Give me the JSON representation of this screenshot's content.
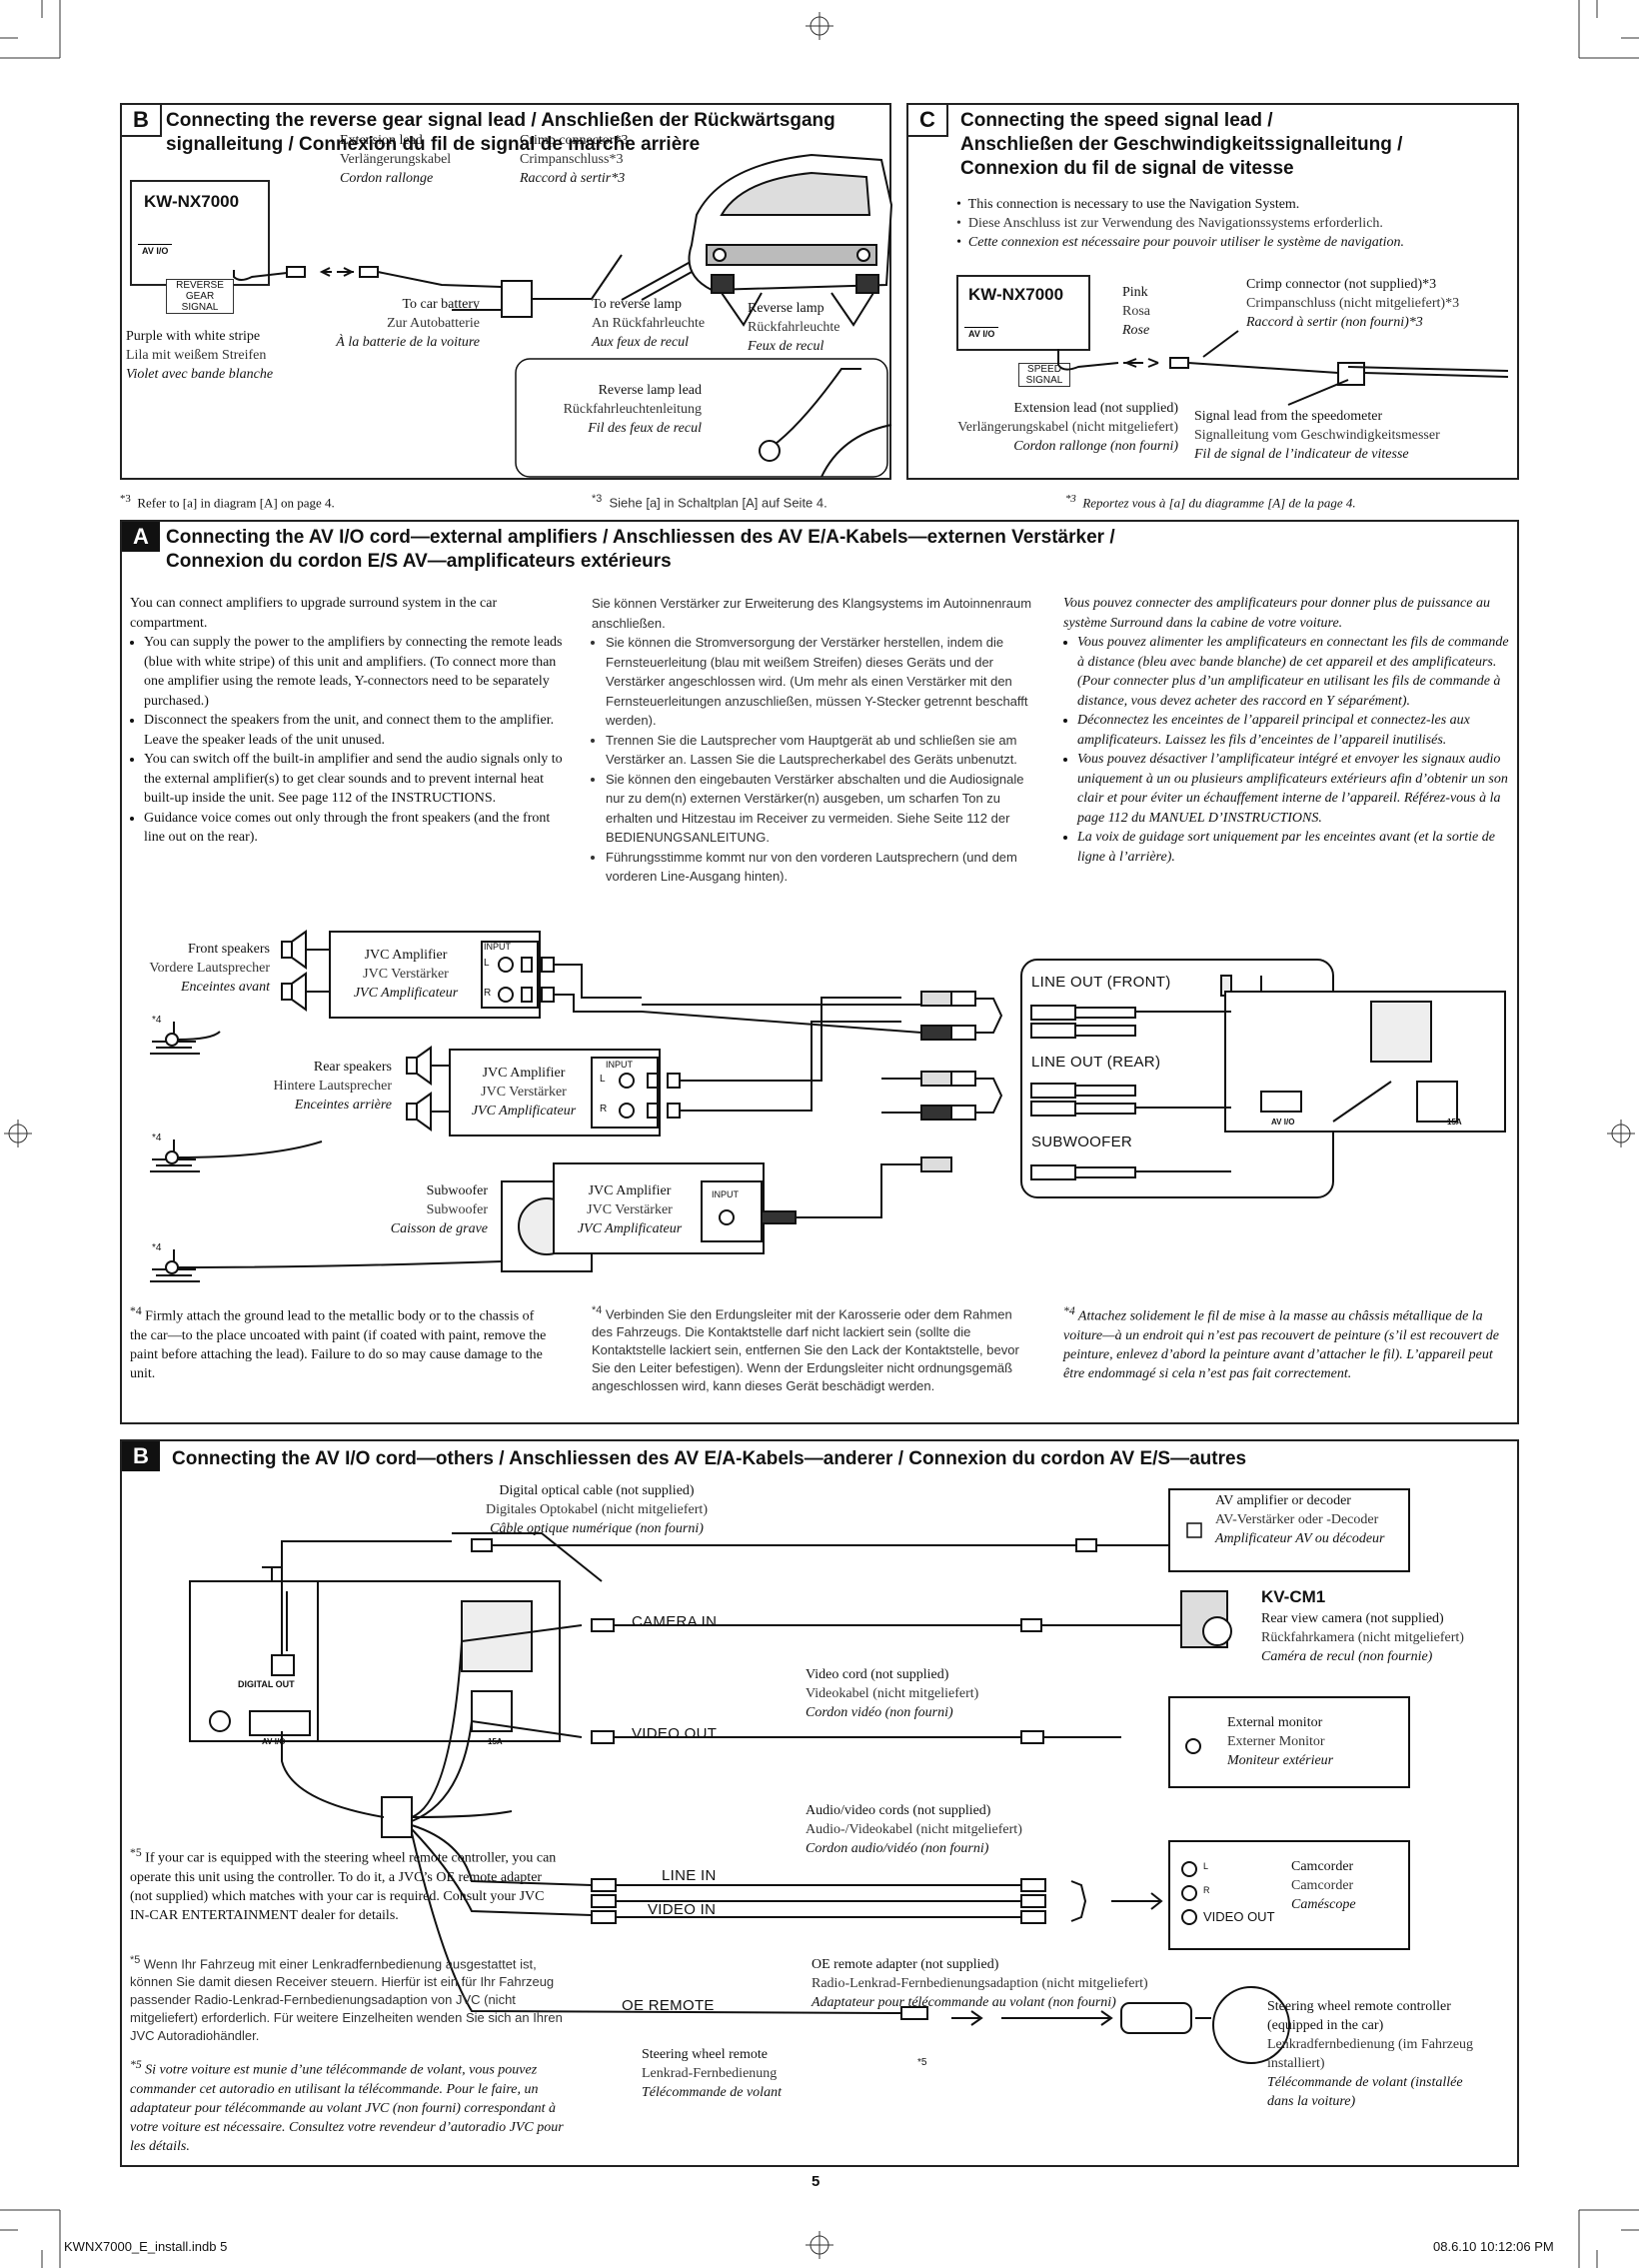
{
  "page": {
    "number": "5",
    "footer_left": "KWNX7000_E_install.indb   5",
    "footer_right": "08.6.10   10:12:06 PM"
  },
  "secB1": {
    "letter": "B",
    "title1": "Connecting the reverse gear signal lead / Anschließen der Rückwärtsgang",
    "title2": "signalleitung / Connexion du fil de signal de marche arrière",
    "unit": "KW-NX7000",
    "avio": "AV I/O",
    "tag1": "REVERSE",
    "tag2": "GEAR",
    "tag3": "SIGNAL",
    "ext": [
      "Extension lead",
      "Verlängerungskabel",
      "Cordon rallonge"
    ],
    "crimp": [
      "Crimp connector*3",
      "Crimpanschluss*3",
      "Raccord à sertir*3"
    ],
    "purple": [
      "Purple with white stripe",
      "Lila mit weißem Streifen",
      "Violet avec bande blanche"
    ],
    "battery": [
      "To car battery",
      "Zur Autobatterie",
      "À la batterie de la voiture"
    ],
    "tolamp": [
      "To reverse lamp",
      "An Rückfahrleuchte",
      "Aux feux de recul"
    ],
    "lamp": [
      "Reverse lamp",
      "Rückfahrleuchte",
      "Feux de recul"
    ],
    "lead": [
      "Reverse lamp lead",
      "Rückfahrleuchtenleitung",
      "Fil des feux de recul"
    ]
  },
  "secC": {
    "letter": "C",
    "title1": "Connecting the speed signal lead /",
    "title2": "Anschließen der Geschwindigkeitssignalleitung /",
    "title3": "Connexion du fil de signal de vitesse",
    "b1": "This connection is necessary to use the Navigation System.",
    "b2": "Diese Anschluss ist zur Verwendung des Navigationssystems erforderlich.",
    "b3": "Cette connexion est nécessaire pour pouvoir utiliser le système de navigation.",
    "unit": "KW-NX7000",
    "avio": "AV I/O",
    "tag1": "SPEED",
    "tag2": "SIGNAL",
    "pink": [
      "Pink",
      "Rosa",
      "Rose"
    ],
    "crimp": [
      "Crimp connector (not supplied)*3",
      "Crimpanschluss (nicht mitgeliefert)*3",
      "Raccord à sertir (non fourni)*3"
    ],
    "ext": [
      "Extension lead (not supplied)",
      "Verlängerungskabel (nicht mitgeliefert)",
      "Cordon rallonge (non fourni)"
    ],
    "sig": [
      "Signal lead from the speedometer",
      "Signalleitung vom Geschwindigkeitsmesser",
      "Fil de signal de l’indicateur de vitesse"
    ]
  },
  "note3": {
    "mark": "*3",
    "en": "Refer to [a] in diagram [A] on page 4.",
    "de": "Siehe [a] in Schaltplan [A] auf Seite 4.",
    "fr": "Reportez vous à [a] du diagramme [A] de la page 4."
  },
  "secA": {
    "letter": "A",
    "title1": "Connecting the AV I/O cord—external amplifiers / Anschliessen des AV E/A-Kabels—externen Verstärker /",
    "title2": "Connexion du cordon E/S AV—amplificateurs extérieurs",
    "en_intro": "You can connect amplifiers to upgrade surround system in the car compartment.",
    "en_b": [
      "You can supply the power to the amplifiers by connecting the remote leads (blue with white stripe) of this unit and amplifiers. (To connect more than one amplifier using the remote leads, Y-connectors need to be separately purchased.)",
      "Disconnect the speakers from the unit, and connect them to the amplifier. Leave the speaker leads of the unit unused.",
      "You can switch off the built-in amplifier and send the audio signals only to the external amplifier(s) to get clear sounds and to prevent internal heat built-up inside the unit. See page 112 of the INSTRUCTIONS.",
      "Guidance voice comes out only through the front speakers (and the front line out on the rear)."
    ],
    "de_intro": "Sie können Verstärker zur Erweiterung des Klangsystems im Autoinnenraum anschließen.",
    "de_b": [
      "Sie können die Stromversorgung der Verstärker herstellen, indem die Fernsteuerleitung (blau mit weißem Streifen) dieses Geräts und der Verstärker angeschlossen wird. (Um mehr als einen Verstärker mit den Fernsteuerleitungen anzuschließen, müssen Y-Stecker getrennt beschafft werden).",
      "Trennen Sie die Lautsprecher vom Hauptgerät ab und schließen sie am Verstärker an. Lassen Sie die Lautsprecherkabel des Geräts unbenutzt.",
      "Sie können den eingebauten Verstärker abschalten und die Audiosignale nur zu dem(n) externen Verstärker(n) ausgeben, um scharfen Ton zu erhalten und Hitzestau im Receiver zu vermeiden. Siehe Seite 112 der BEDIENUNGSANLEITUNG.",
      "Führungsstimme kommt nur von den vorderen Lautsprechern (und dem vorderen Line-Ausgang hinten)."
    ],
    "fr_intro": "Vous pouvez connecter des amplificateurs pour donner plus de puissance au système Surround dans la cabine de votre voiture.",
    "fr_b": [
      "Vous pouvez alimenter les amplificateurs en connectant les fils de commande à distance (bleu avec bande blanche) de cet appareil et des amplificateurs. (Pour connecter plus d’un amplificateur en utilisant les fils de commande à distance, vous devez acheter des raccord en Y séparément).",
      "Déconnectez les enceintes de l’appareil principal et connectez-les aux amplificateurs. Laissez les fils d’enceintes de l’appareil inutilisés.",
      "Vous pouvez désactiver l’amplificateur intégré et envoyer les signaux audio uniquement à un ou plusieurs amplificateurs extérieurs afin d’obtenir un son clair et pour éviter un échauffement interne de l’appareil. Référez-vous à la page 112 du MANUEL D’INSTRUCTIONS.",
      "La voix de guidage sort uniquement par les enceintes avant (et la sortie de ligne à l’arrière)."
    ],
    "front": [
      "Front speakers",
      "Vordere Lautsprecher",
      "Enceintes avant"
    ],
    "rear": [
      "Rear speakers",
      "Hintere Lautsprecher",
      "Enceintes arrière"
    ],
    "sub": [
      "Subwoofer",
      "Subwoofer",
      "Caisson de grave"
    ],
    "amp": [
      "JVC Amplifier",
      "JVC Verstärker",
      "JVC Amplificateur"
    ],
    "input": "INPUT",
    "L": "L",
    "R": "R",
    "star4": "*4",
    "lineout_front": "LINE OUT (FRONT)",
    "lineout_rear": "LINE OUT (REAR)",
    "subwoofer_out": "SUBWOOFER",
    "avio": "AV I/O",
    "fuse": "15A",
    "n4_mark": "*4",
    "n4_en": "Firmly attach the ground lead to the metallic body or to the chassis of the car—to the place uncoated with paint (if coated with paint, remove the paint before attaching the lead). Failure to do so may cause damage to the unit.",
    "n4_de": "Verbinden Sie den Erdungsleiter mit der Karosserie oder dem Rahmen des Fahrzeugs. Die Kontaktstelle darf nicht lackiert sein (sollte die Kontaktstelle lackiert sein, entfernen Sie den Lack der Kontaktstelle, bevor Sie den Leiter befestigen). Wenn der Erdungsleiter nicht ordnungsgemäß angeschlossen wird, kann dieses Gerät beschädigt werden.",
    "n4_fr": "Attachez solidement le fil de mise à la masse au châssis métallique de la voiture—à un endroit qui n’est pas recouvert de peinture (s’il est recouvert de peinture, enlevez d’abord la peinture avant d’attacher le fil). L’appareil peut être endommagé si cela n’est pas fait correctement."
  },
  "secB2": {
    "letter": "B",
    "title": "Connecting the AV I/O cord—others / Anschliessen des AV E/A-Kabels—anderer / Connexion du cordon AV E/S—autres",
    "optical": [
      "Digital optical cable (not supplied)",
      "Digitales Optokabel (nicht mitgeliefert)",
      "Câble optique numérique (non fourni)"
    ],
    "avamp": [
      "AV amplifier or decoder",
      "AV-Verstärker oder -Decoder",
      "Amplificateur AV ou décodeur"
    ],
    "kvcm1": "KV-CM1",
    "camera": [
      "Rear view camera (not supplied)",
      "Rückfahrkamera (nicht mitgeliefert)",
      "Caméra de recul (non fournie)"
    ],
    "camera_in": "CAMERA IN",
    "video_out": "VIDEO OUT",
    "line_in": "LINE IN",
    "video_in": "VIDEO IN",
    "oe_remote": "OE REMOTE",
    "digital_out": "DIGITAL OUT",
    "avio": "AV I/O",
    "fuse": "15A",
    "videocord": [
      "Video cord (not supplied)",
      "Videokabel (nicht mitgeliefert)",
      "Cordon vidéo (non fourni)"
    ],
    "monitor": [
      "External monitor",
      "Externer Monitor",
      "Moniteur extérieur"
    ],
    "avcords": [
      "Audio/video cords (not supplied)",
      "Audio-/Videokabel (nicht mitgeliefert)",
      "Cordon audio/vidéo (non fourni)"
    ],
    "camcorder": [
      "Camcorder",
      "Camcorder",
      "Caméscope"
    ],
    "cam_L": "L",
    "cam_R": "R",
    "cam_vout": "VIDEO OUT",
    "oe": [
      "OE remote adapter (not supplied)",
      "Radio-Lenkrad-Fernbedienungsadaption (nicht mitgeliefert)",
      "Adaptateur pour télécommande au volant (non fourni)"
    ],
    "swr": [
      "Steering wheel remote",
      "Lenkrad-Fernbedienung",
      "Télécommande de volant"
    ],
    "swc": [
      "Steering wheel remote controller",
      "(equipped in the car)",
      "Lenkradfernbedienung (im Fahrzeug",
      "installiert)",
      "Télécommande de volant (installée",
      "dans la voiture)"
    ],
    "star5": "*5",
    "n5_en": "If your car is equipped with the steering wheel remote controller, you can operate this unit using the controller. To do it, a JVC’s OE remote adapter (not supplied) which matches with your car is required. Consult your JVC IN-CAR ENTERTAINMENT dealer for details.",
    "n5_de": "Wenn Ihr Fahrzeug mit einer Lenkradfernbedienung ausgestattet ist, können Sie damit diesen Receiver steuern. Hierfür ist ein für Ihr Fahrzeug passender Radio-Lenkrad-Fernbedienungsadaption von JVC (nicht mitgeliefert) erforderlich. Für weitere Einzelheiten wenden Sie sich an Ihren JVC Autoradiohändler.",
    "n5_fr": "Si votre voiture est munie d’une télécommande de volant, vous pouvez commander cet autoradio en utilisant la télécommande. Pour le faire, un adaptateur pour télécommande au volant JVC (non fourni) correspondant à votre voiture est nécessaire. Consultez votre revendeur d’autoradio JVC pour les détails."
  }
}
